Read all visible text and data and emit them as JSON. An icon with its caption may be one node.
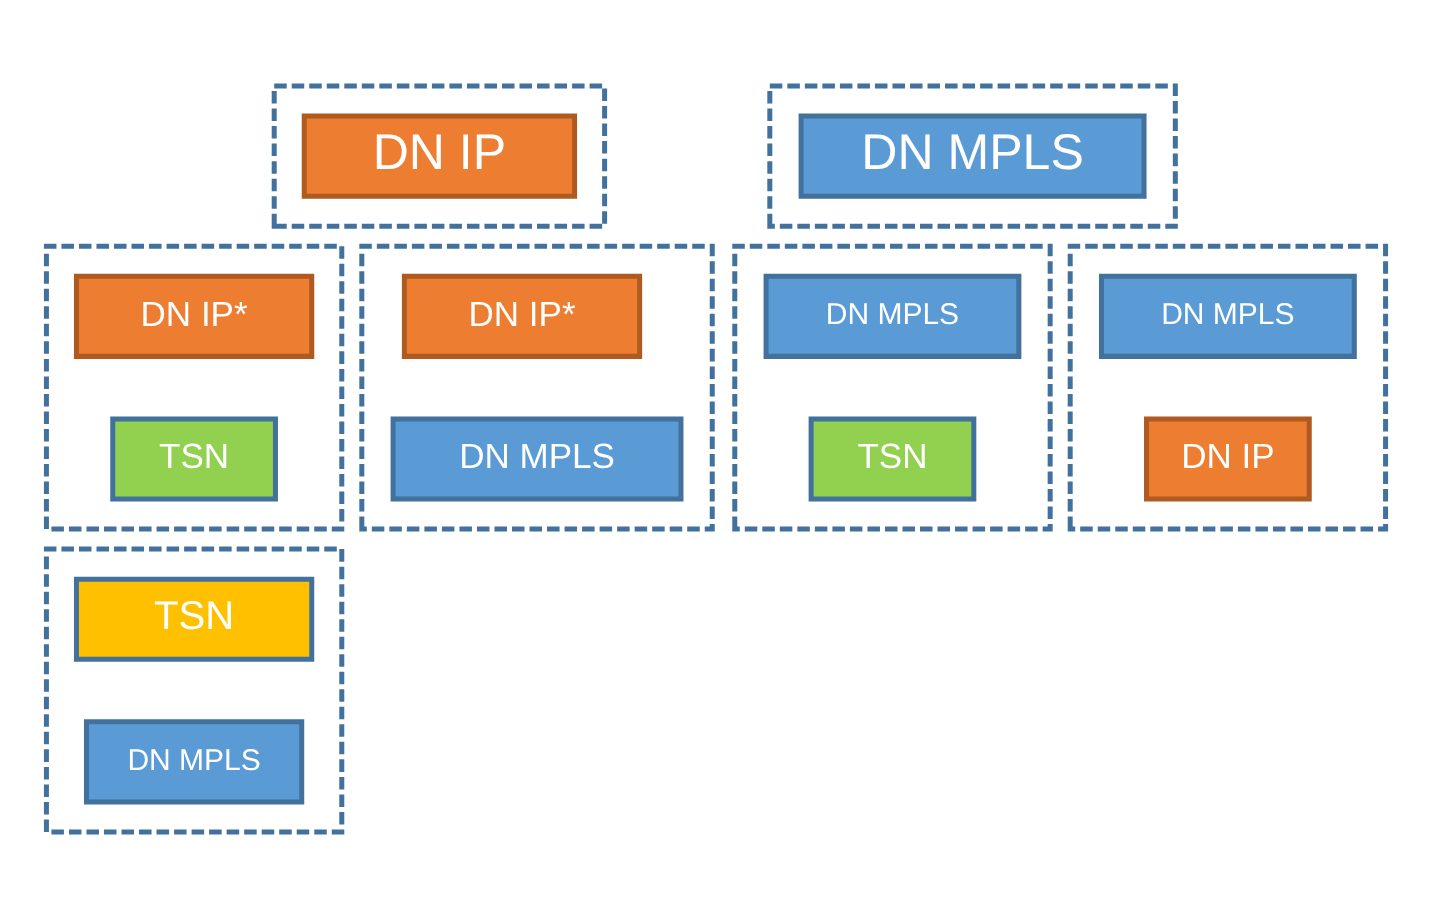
{
  "diagram": {
    "nodes": [
      {
        "text": [],
        "shape": "box"
      },
      {
        "text": [
          "DN IP"
        ],
        "in": 0
      },
      {
        "text": [],
        "shape": "box"
      },
      {
        "text": [
          "DN MPLS"
        ],
        "in": 2
      },
      {
        "text": [],
        "shape": "box"
      },
      {
        "text": [
          "DN IP*"
        ],
        "in": 4
      },
      {
        "text": [
          "TSN"
        ],
        "in": 4
      },
      {
        "text": [],
        "shape": "box"
      },
      {
        "text": [
          "DN IP*"
        ],
        "in": 7
      },
      {
        "text": [
          "DN MPLS"
        ],
        "in": 7
      },
      {
        "text": [],
        "shape": "box"
      },
      {
        "text": [
          "DN MPLS"
        ],
        "in": 10
      },
      {
        "text": [
          "TSN"
        ],
        "in": 10
      },
      {
        "text": [],
        "shape": "box"
      },
      {
        "text": [
          "DN MPLS"
        ],
        "in": 13
      },
      {
        "text": [
          "DN IP"
        ],
        "in": 13
      },
      {
        "text": [],
        "shape": "box"
      },
      {
        "text": [
          "TSN"
        ],
        "in": 16
      },
      {
        "text": [
          "DN MPLS"
        ],
        "in": 16
      }
    ],
    "edges": []
  }
}
